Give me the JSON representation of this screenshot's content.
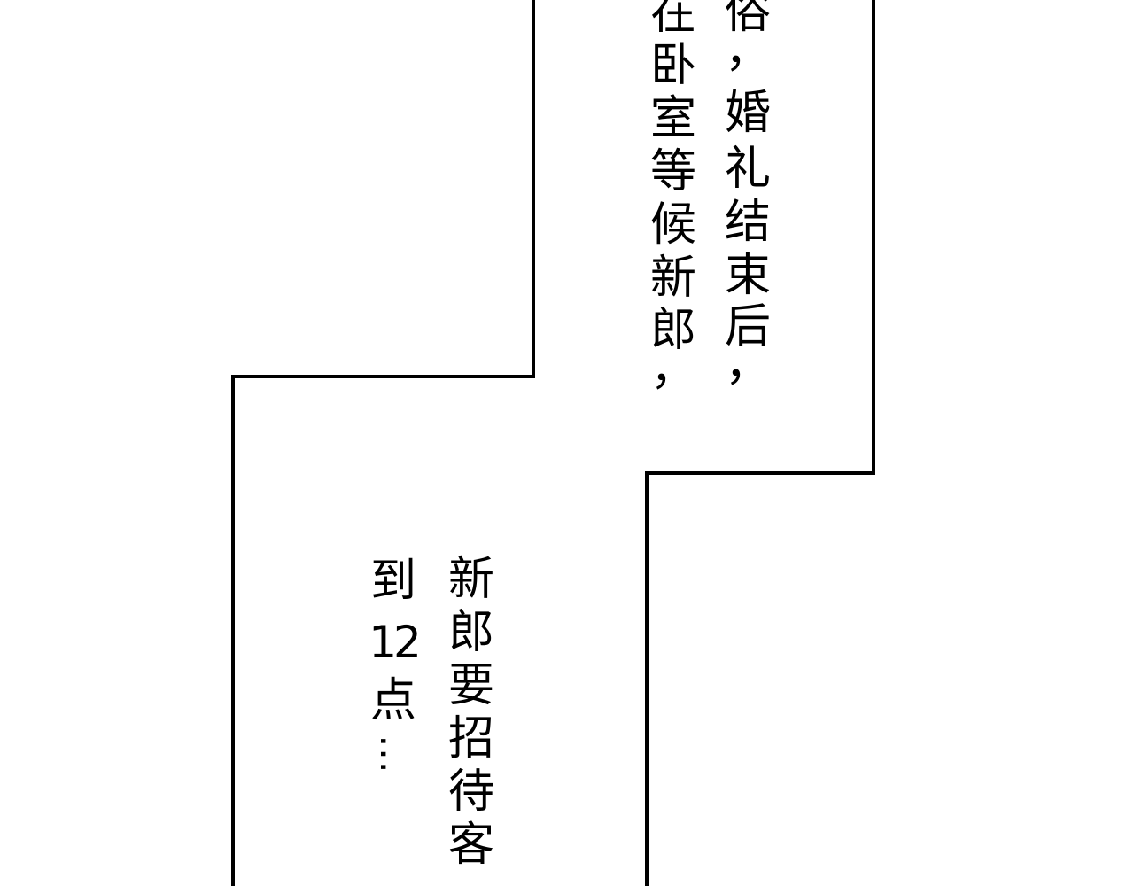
{
  "colors": {
    "background": "#ffffff",
    "panel_border": "#000000",
    "text": "#000000"
  },
  "caption_1": {
    "right_column": [
      "俗",
      "，",
      "婚",
      "礼",
      "结",
      "束",
      "后",
      "，"
    ],
    "left_column": [
      "在",
      "卧",
      "室",
      "等",
      "候",
      "新",
      "郎",
      "，"
    ]
  },
  "caption_2": {
    "right_column": [
      "新",
      "郎",
      "要",
      "招",
      "待",
      "客"
    ],
    "left_column": [
      "到",
      "12",
      "点",
      "…"
    ]
  }
}
